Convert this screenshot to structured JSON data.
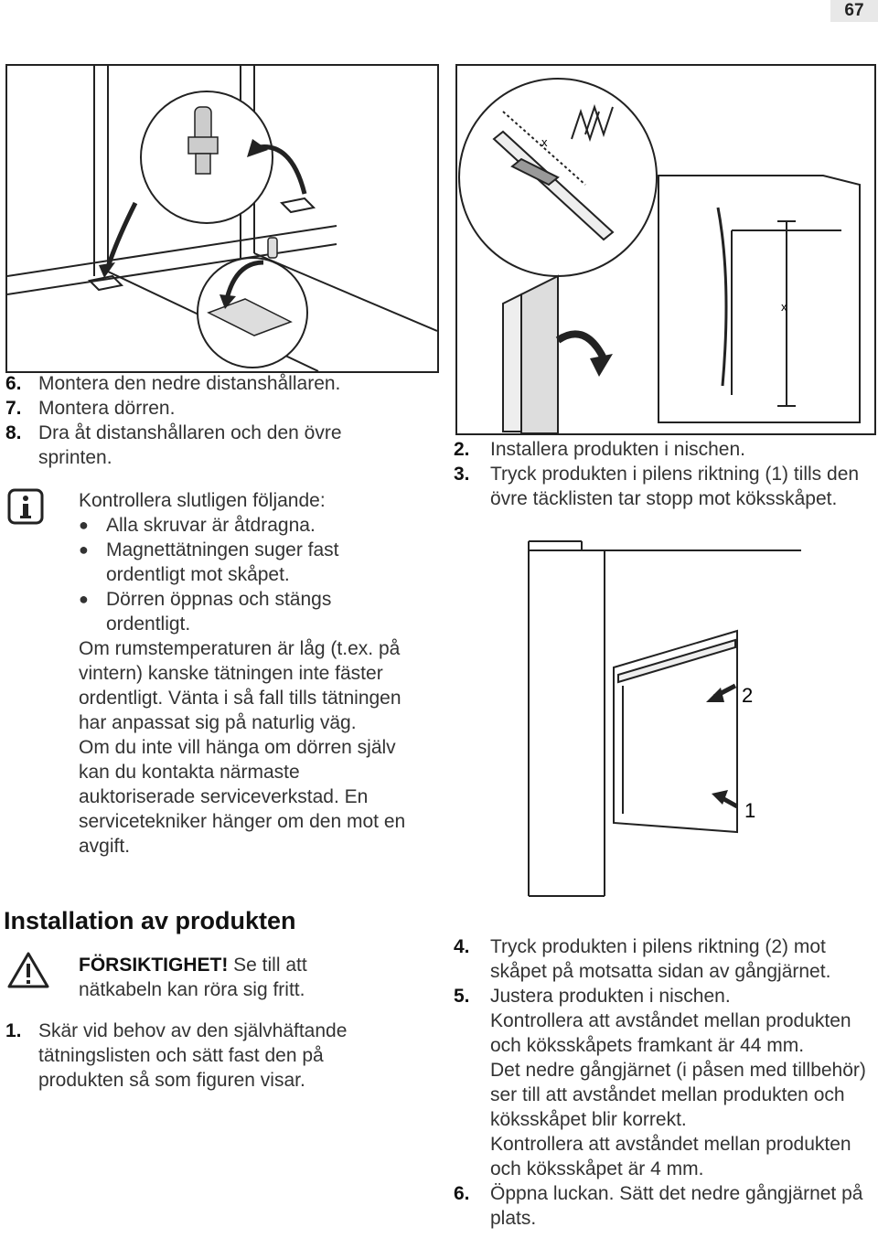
{
  "page_number": "67",
  "left_steps": [
    {
      "num": "6.",
      "text": "Montera den nedre distanshållaren."
    },
    {
      "num": "7.",
      "text": "Montera dörren."
    },
    {
      "num": "8.",
      "text": "Dra åt distanshållaren och den övre sprinten."
    }
  ],
  "info_note": {
    "intro": "Kontrollera slutligen följande:",
    "bullets": [
      "Alla skruvar är åtdragna.",
      "Magnettätningen suger fast ordentligt mot skåpet.",
      "Dörren öppnas och stängs ordentligt."
    ],
    "paragraphs": [
      "Om rumstemperaturen är låg (t.ex. på vintern) kanske tätningen inte fäster ordentligt. Vänta i så fall tills tätningen har anpassat sig på naturlig väg.",
      "Om du inte vill hänga om dörren själv kan du kontakta närmaste auktoriserade serviceverkstad. En servicetekniker hänger om den mot en avgift."
    ]
  },
  "section_heading": "Installation av produkten",
  "caution": {
    "label": "FÖRSIKTIGHET!",
    "text": " Se till att nätkabeln kan röra sig fritt."
  },
  "step1": {
    "num": "1.",
    "text": "Skär vid behov av den självhäftande tätningslisten och sätt fast den på produkten så som figuren visar."
  },
  "right_steps_top": [
    {
      "num": "2.",
      "text": "Installera produkten i nischen."
    },
    {
      "num": "3.",
      "text": "Tryck produkten i pilens riktning (1) tills den övre täcklisten tar stopp mot köksskåpet."
    }
  ],
  "right_steps_bottom": [
    {
      "num": "4.",
      "text": "Tryck produkten i pilens riktning (2) mot skåpet på motsatta sidan av gångjärnet."
    },
    {
      "num": "5.",
      "text": "Justera produkten i nischen."
    },
    {
      "num": "",
      "text": "Kontrollera att avståndet mellan produkten och köksskåpets framkant är 44 mm."
    },
    {
      "num": "",
      "text": "Det nedre gångjärnet (i påsen med tillbehör) ser till att avståndet mellan produkten och köksskåpet blir korrekt."
    },
    {
      "num": "",
      "text": "Kontrollera att avståndet mellan produkten och köksskåpet är 4 mm."
    },
    {
      "num": "6.",
      "text": "Öppna luckan. Sätt det nedre gångjärnet på plats."
    }
  ],
  "fig_labels": {
    "x_top": "x",
    "x_side": "x",
    "arrow_2": "2",
    "arrow_1": "1"
  }
}
